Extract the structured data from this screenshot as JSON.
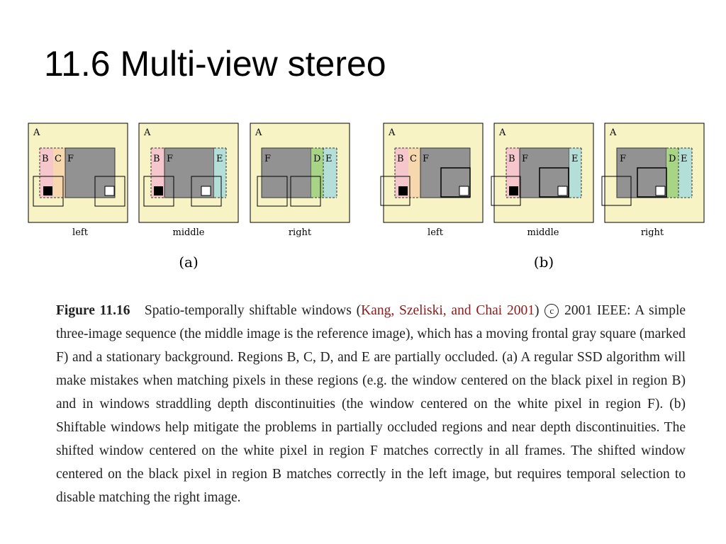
{
  "slide": {
    "title": "11.6 Multi-view stereo"
  },
  "figure": {
    "colors": {
      "background": "#f7f3c4",
      "B": "#f5c6cb",
      "C": "#f7d7ae",
      "F": "#929292",
      "D": "#a8d486",
      "E": "#b3dfd8"
    },
    "groups": [
      {
        "label": "(a)",
        "panels": [
          {
            "caption": "left",
            "region_A": "A",
            "labels": [
              "B",
              "C",
              "F"
            ]
          },
          {
            "caption": "middle",
            "region_A": "A",
            "labels": [
              "B",
              "F",
              "E"
            ]
          },
          {
            "caption": "right",
            "region_A": "A",
            "labels": [
              "F",
              "D",
              "E"
            ]
          }
        ]
      },
      {
        "label": "(b)",
        "panels": [
          {
            "caption": "left",
            "region_A": "A",
            "labels": [
              "B",
              "C",
              "F"
            ]
          },
          {
            "caption": "middle",
            "region_A": "A",
            "labels": [
              "B",
              "F",
              "E"
            ]
          },
          {
            "caption": "right",
            "region_A": "A",
            "labels": [
              "F",
              "D",
              "E"
            ]
          }
        ]
      }
    ]
  },
  "caption": {
    "fig_label": "Figure 11.16",
    "part1": "Spatio-temporally shiftable windows (",
    "citation": "Kang, Szeliski, and Chai 2001",
    "part2": ")",
    "copyright_symbol": "c",
    "part3": "2001 IEEE: A simple three-image sequence (the middle image is the reference image), which has a moving frontal gray square (marked F) and a stationary background. Regions B, C, D, and E are partially occluded. (a) A regular SSD algorithm will make mistakes when matching pixels in these regions (e.g. the window centered on the black pixel in region B) and in windows straddling depth discontinuities (the window centered on the white pixel in region F). (b) Shiftable windows help mitigate the problems in partially occluded regions and near depth discontinuities. The shifted window centered on the white pixel in region F matches correctly in all frames. The shifted window centered on the black pixel in region B matches correctly in the left image, but requires temporal selection to disable matching the right image."
  }
}
